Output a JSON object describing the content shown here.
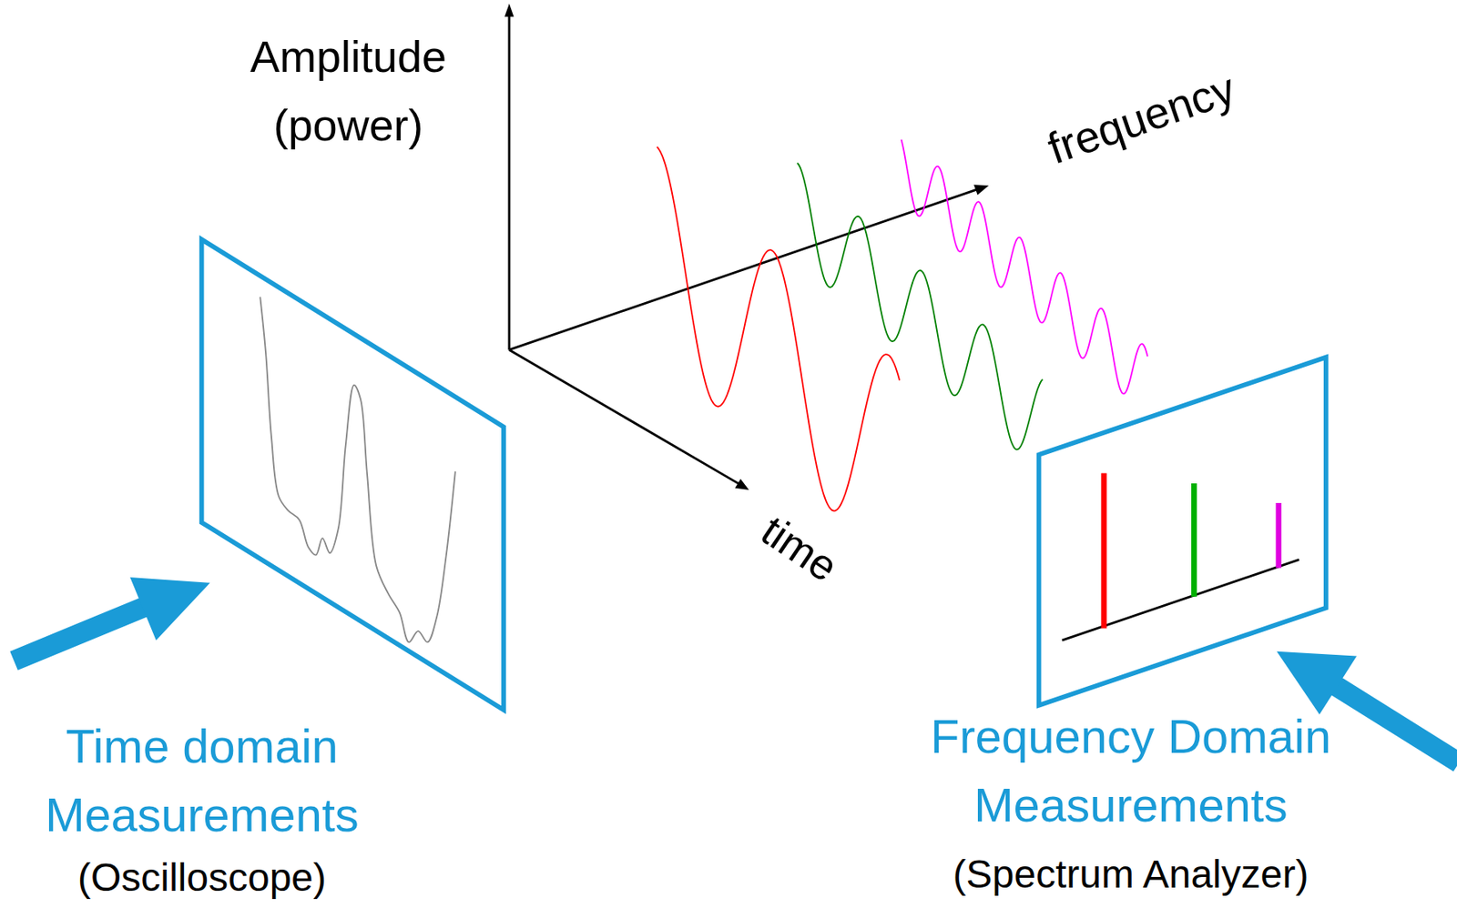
{
  "diagram": {
    "labels": [
      "Amplitude (power)",
      "frequency",
      "time",
      "Time domain Measurements",
      "(Oscilloscope)",
      "Frequency Domain Measurements",
      "(Spectrum Analyzer)"
    ]
  }
}
